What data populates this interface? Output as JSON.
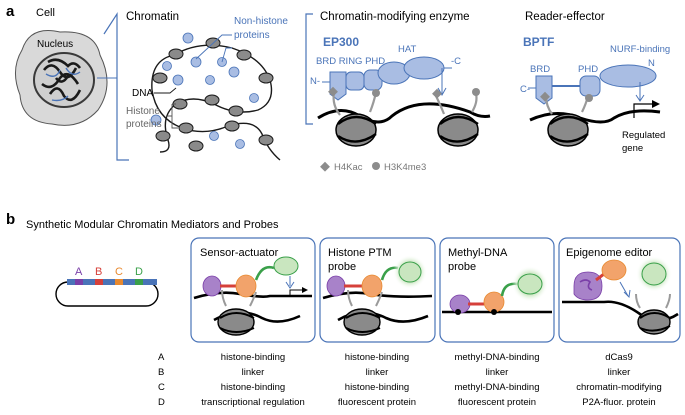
{
  "panel_a": {
    "letter": "a",
    "cell_label": "Cell",
    "nucleus_label": "Nucleus",
    "chromatin_title": "Chromatin",
    "non_histone_line1": "Non-histone",
    "non_histone_line2": "proteins",
    "dna_label": "DNA",
    "histone_line1": "Histone",
    "histone_line2": "proteins",
    "enzyme_title": "Chromatin-modifying enzyme",
    "enzyme_name": "EP300",
    "enzyme_domains": "BRD RING PHD",
    "hat_label": "HAT",
    "enzyme_n": "N-",
    "enzyme_c": "-C",
    "reader_title": "Reader-effector",
    "reader_name": "BPTF",
    "reader_brd": "BRD",
    "reader_phd": "PHD",
    "reader_nurf": "NURF-binding",
    "reader_n": "N",
    "reader_c": "C-",
    "regulated_line1": "Regulated",
    "regulated_line2": "gene",
    "legend_h4kac": "H4Kac",
    "legend_h3k4me3": "H3K4me3"
  },
  "panel_b": {
    "letter": "b",
    "title": "Synthetic Modular Chromatin Mediators and Probes",
    "plasmid_letters": [
      "A",
      "B",
      "C",
      "D"
    ],
    "plasmid_colors": [
      "#7a3fa8",
      "#d6403a",
      "#e8892f",
      "#3aa04a"
    ],
    "boxes": [
      {
        "title": "Sensor-actuator"
      },
      {
        "title": "Histone PTM",
        "title2": "probe"
      },
      {
        "title": "Methyl-DNA",
        "title2": "probe"
      },
      {
        "title": "Epigenome editor"
      }
    ],
    "row_letters": [
      "A",
      "B",
      "C",
      "D"
    ],
    "table": [
      [
        "histone-binding",
        "linker",
        "histone-binding",
        "transcriptional regulation"
      ],
      [
        "histone-binding",
        "linker",
        "histone-binding",
        "fluorescent protein"
      ],
      [
        "methyl-DNA-binding",
        "linker",
        "methyl-DNA-binding",
        "fluorescent protein"
      ],
      [
        "dCas9",
        "linker",
        "chromatin-modifying",
        "P2A-fluor. protein"
      ]
    ]
  },
  "colors": {
    "accent_blue": "#4a74b8",
    "protein_fill": "#a9bde3",
    "nucleosome": "#8a8a8a",
    "mark": "#8c8c8c",
    "purple": "#a882c9",
    "red": "#d6403a",
    "orange": "#f2a36b",
    "green": "#3aa04a",
    "green_fill": "#c9e6bf"
  }
}
